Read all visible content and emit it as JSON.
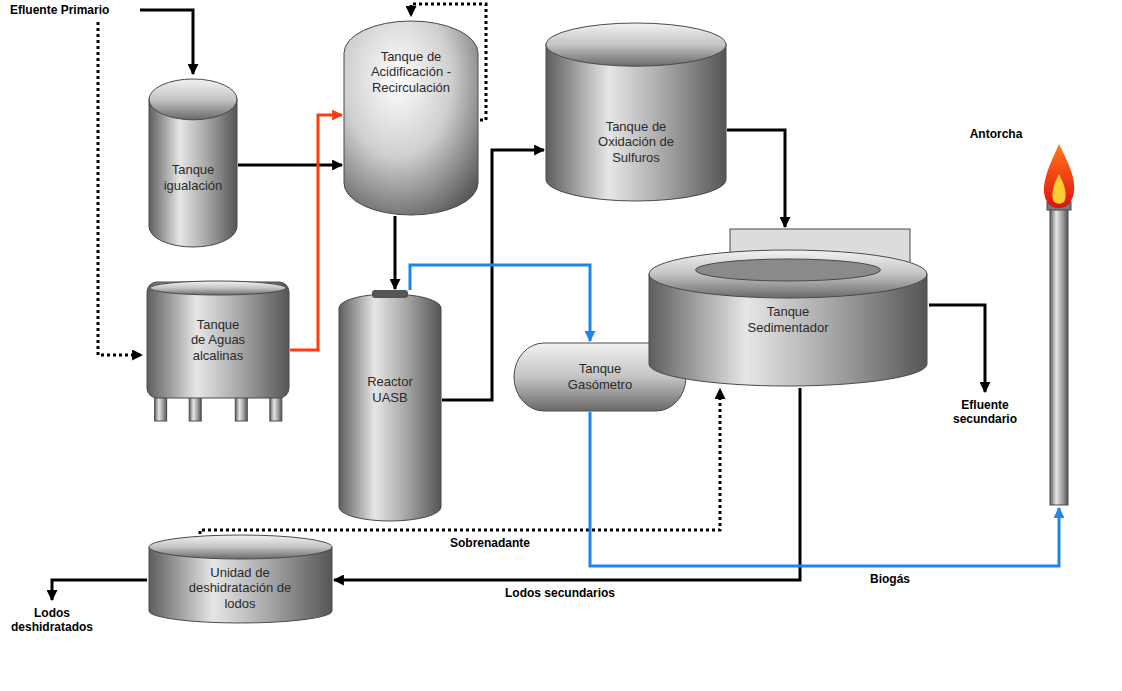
{
  "diagram": {
    "nodes": [
      {
        "text": [
          "Tanque igualación"
        ]
      },
      {
        "text": [
          "Tanque de Aguas alcalinas"
        ]
      },
      {
        "text": [
          "Tanque de Acidificación - Recirculación"
        ]
      },
      {
        "text": [
          "Reactor UASB"
        ]
      },
      {
        "text": [
          "Tanque de Oxidación de Sulfuros"
        ]
      },
      {
        "text": [
          "Tanque Gasómetro"
        ]
      },
      {
        "text": [
          "Tanque Sedimentador"
        ]
      },
      {
        "text": [
          "Antorcha"
        ]
      },
      {
        "text": [
          "Unidad de deshidratación de lodos"
        ]
      }
    ],
    "edges": [
      {
        "from": 0,
        "to": 2,
        "arrow": "to"
      },
      {
        "from": 1,
        "to": 2,
        "arrow": "to"
      },
      {
        "from": 2,
        "to": 3,
        "arrow": "to"
      },
      {
        "from": 3,
        "to": 4,
        "arrow": "to"
      },
      {
        "from": 3,
        "to": 5,
        "arrow": "to"
      },
      {
        "from": 4,
        "to": 6,
        "arrow": "to"
      },
      {
        "from": 6,
        "to": 8,
        "label": "Lodos secundarios",
        "arrow": "to"
      },
      {
        "from": 8,
        "to": 6,
        "label": "Sobrenadante",
        "arrow": "to"
      },
      {
        "from": 5,
        "to": 7,
        "label": "Biogás",
        "arrow": "to"
      }
    ],
    "labels": [
      "Efluente Primario",
      "Efluente secundario",
      "Lodos deshidratados"
    ]
  }
}
